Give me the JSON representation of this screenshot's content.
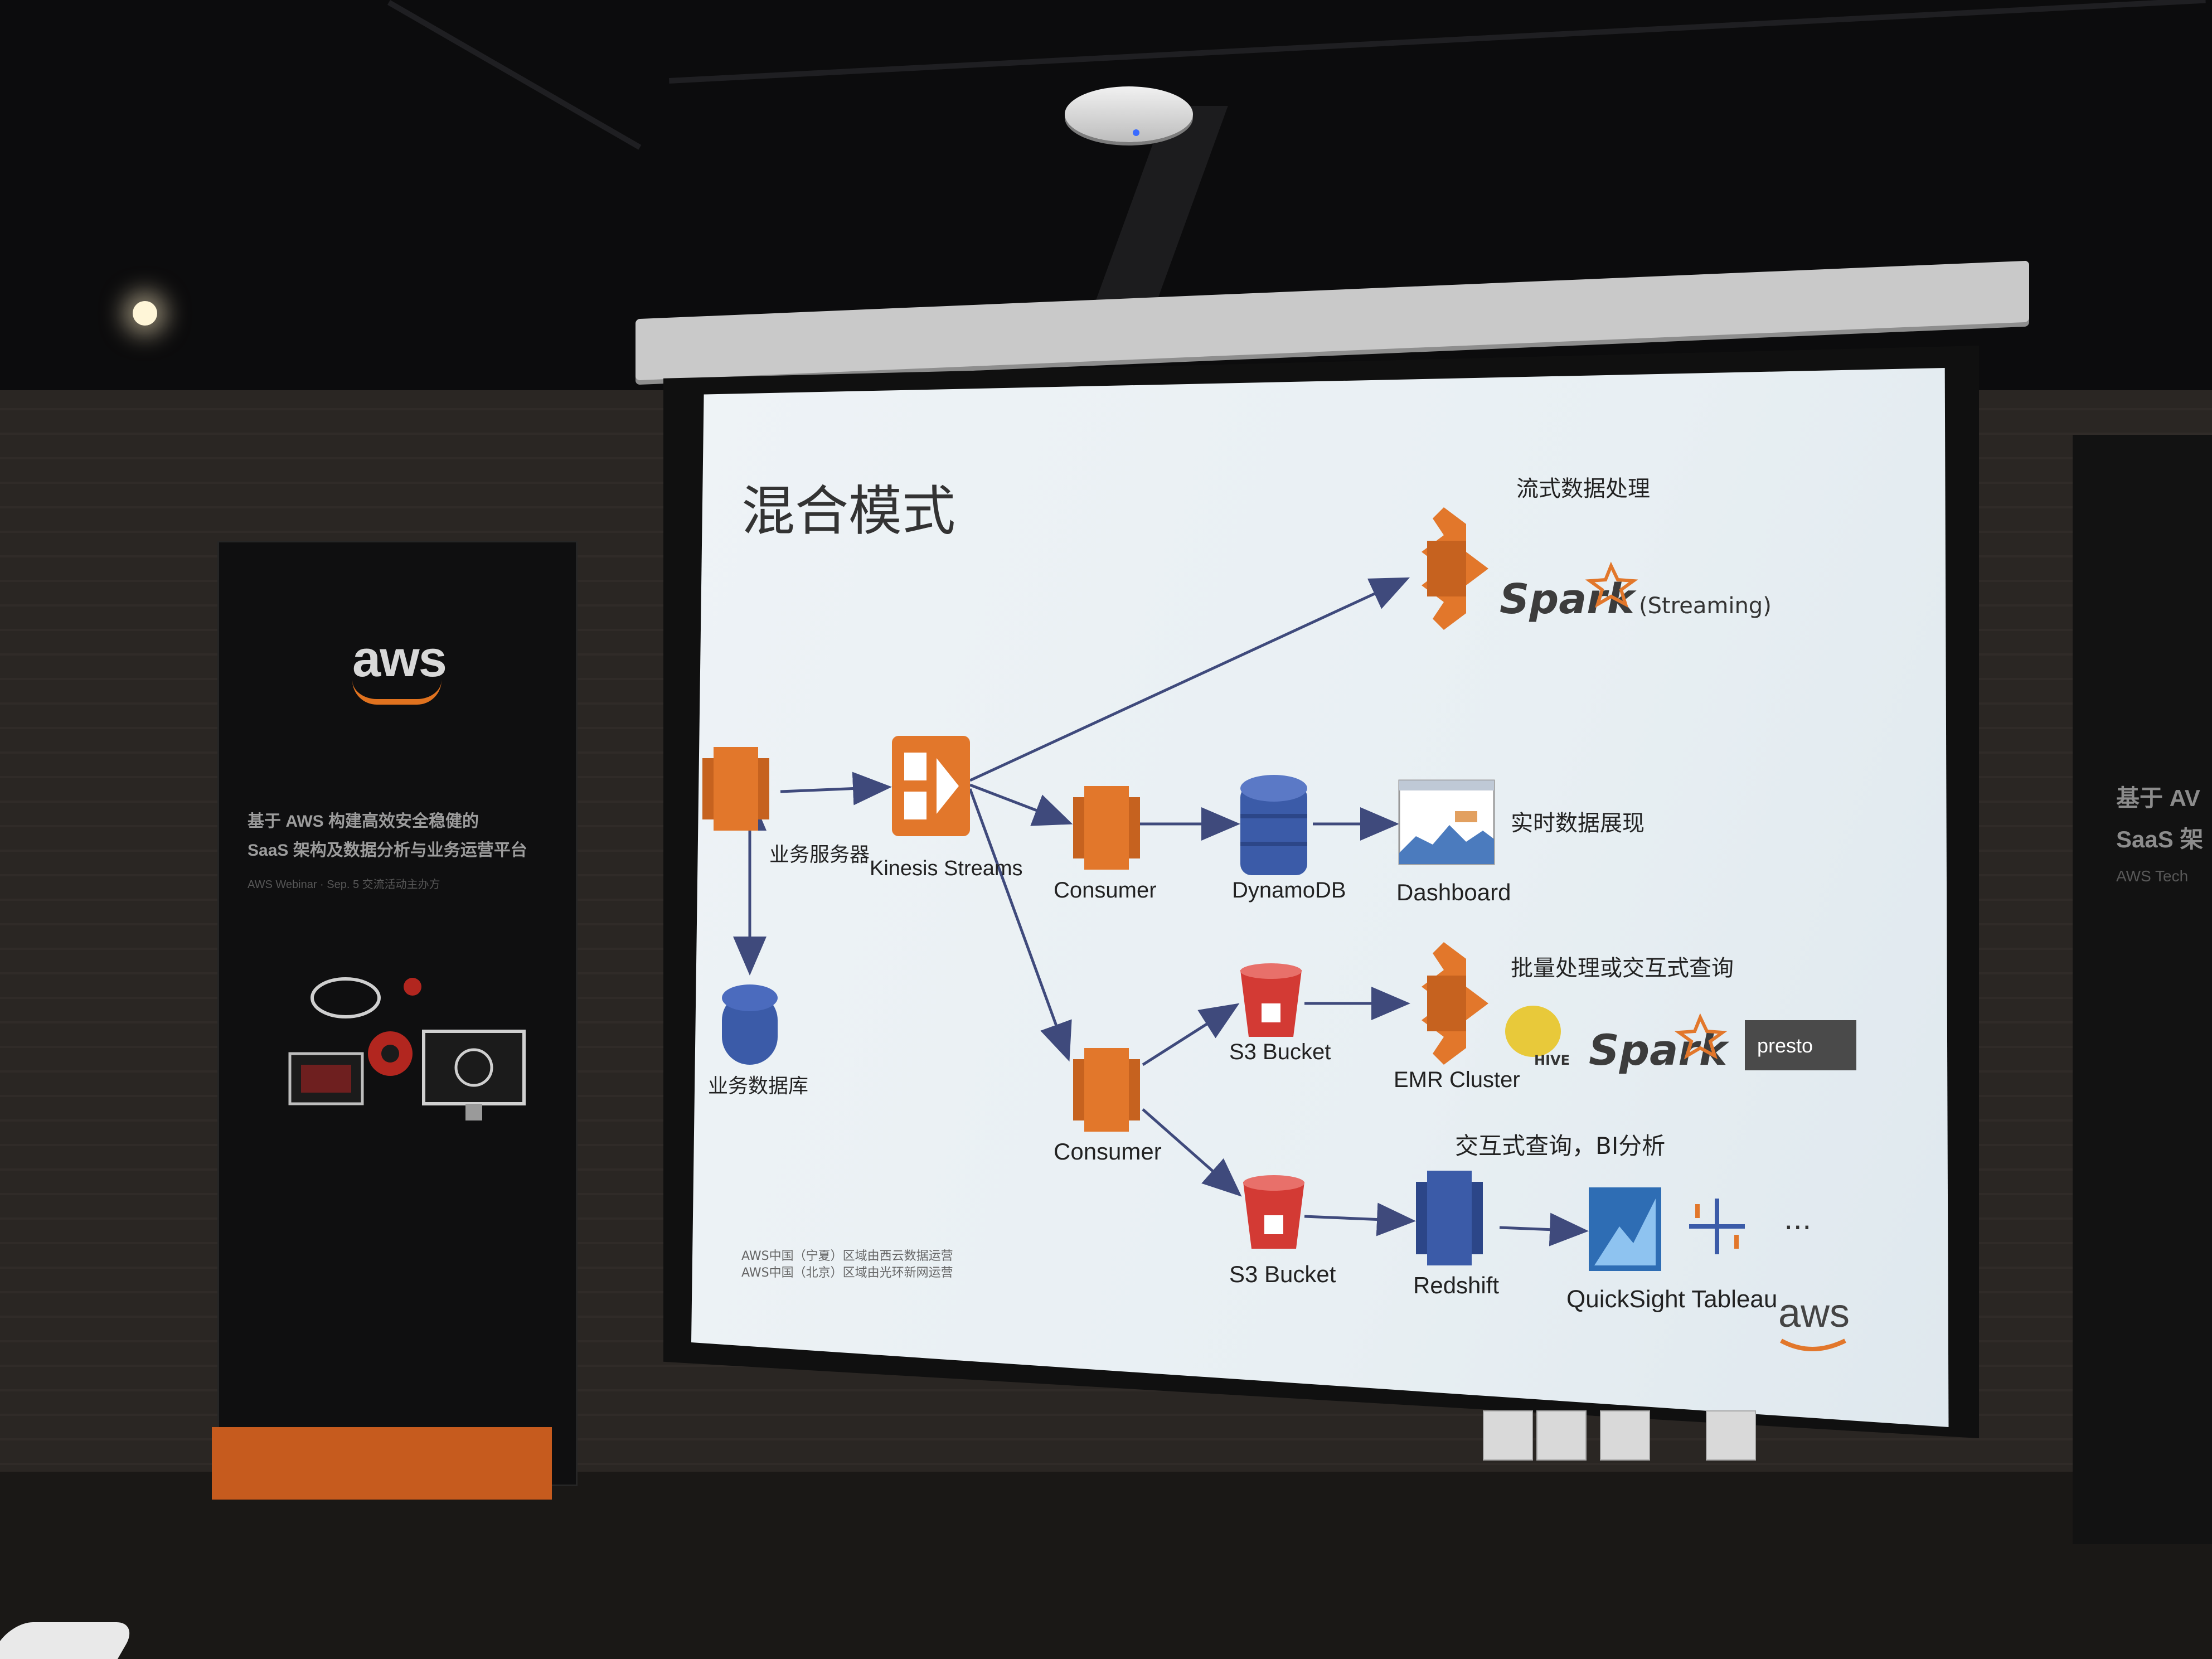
{
  "slide": {
    "title": "混合模式",
    "footnote_1": "AWS中国（宁夏）区域由西云数据运营",
    "footnote_2": "AWS中国（北京）区域由光环新网运营",
    "labels": {
      "streaming_header": "流式数据处理",
      "spark_word": "Spark",
      "streaming_tag": "(Streaming)",
      "business_server": "业务服务器",
      "kinesis": "Kinesis Streams",
      "consumer_1": "Consumer",
      "dynamodb": "DynamoDB",
      "dashboard": "Dashboard",
      "realtime_display": "实时数据展现",
      "business_db": "业务数据库",
      "batch_header": "批量处理或交互式查询",
      "s3_bucket_1": "S3 Bucket",
      "emr_cluster": "EMR Cluster",
      "hive_word": "HIVE",
      "spark_word_2": "Spark",
      "presto_word": "presto",
      "consumer_2": "Consumer",
      "bi_header": "交互式查询，BI分析",
      "s3_bucket_2": "S3 Bucket",
      "redshift": "Redshift",
      "quicksight_tableau": "QuickSight Tableau",
      "ellipsis": "···",
      "aws_logo": "aws"
    }
  },
  "left_banner": {
    "logo": "aws",
    "line_1": "基于 AWS 构建高效安全稳健的",
    "line_2": "SaaS 架构及数据分析与业务运营平台",
    "line_3": "AWS Webinar · Sep. 5 交流活动主办方"
  },
  "right_banner": {
    "line_1": "基于 AV",
    "line_2": "SaaS 架",
    "line_3": "AWS Tech"
  },
  "colors": {
    "aws_orange": "#E2772B",
    "aws_blue": "#3B5BA8",
    "s3_red": "#D33A34",
    "arrow": "#3F4A7C",
    "slide_bg": "#E9F0F4",
    "dark_room": "#141210",
    "banner_accent": "#C65B1E"
  },
  "icons": {
    "ec2": "ec2-instance-icon",
    "kinesis": "kinesis-icon",
    "dynamodb": "dynamodb-icon",
    "s3": "s3-bucket-icon",
    "emr": "emr-icon",
    "redshift": "redshift-icon",
    "quicksight": "quicksight-icon",
    "tableau": "tableau-icon"
  }
}
